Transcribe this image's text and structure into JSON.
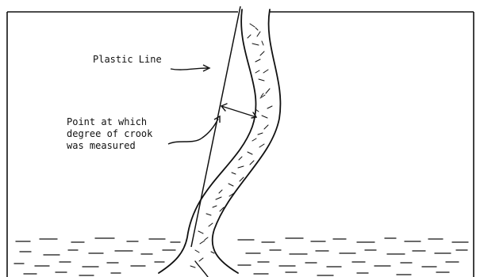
{
  "labels": {
    "plastic_line": "Plastic Line",
    "crook_point": [
      "Point at which",
      "degree of crook",
      "was measured"
    ]
  },
  "icons": [
    "tree-trunk-drawing",
    "ground-grass-strokes"
  ],
  "colors": {
    "ink": "#111111",
    "background": "#ffffff"
  }
}
